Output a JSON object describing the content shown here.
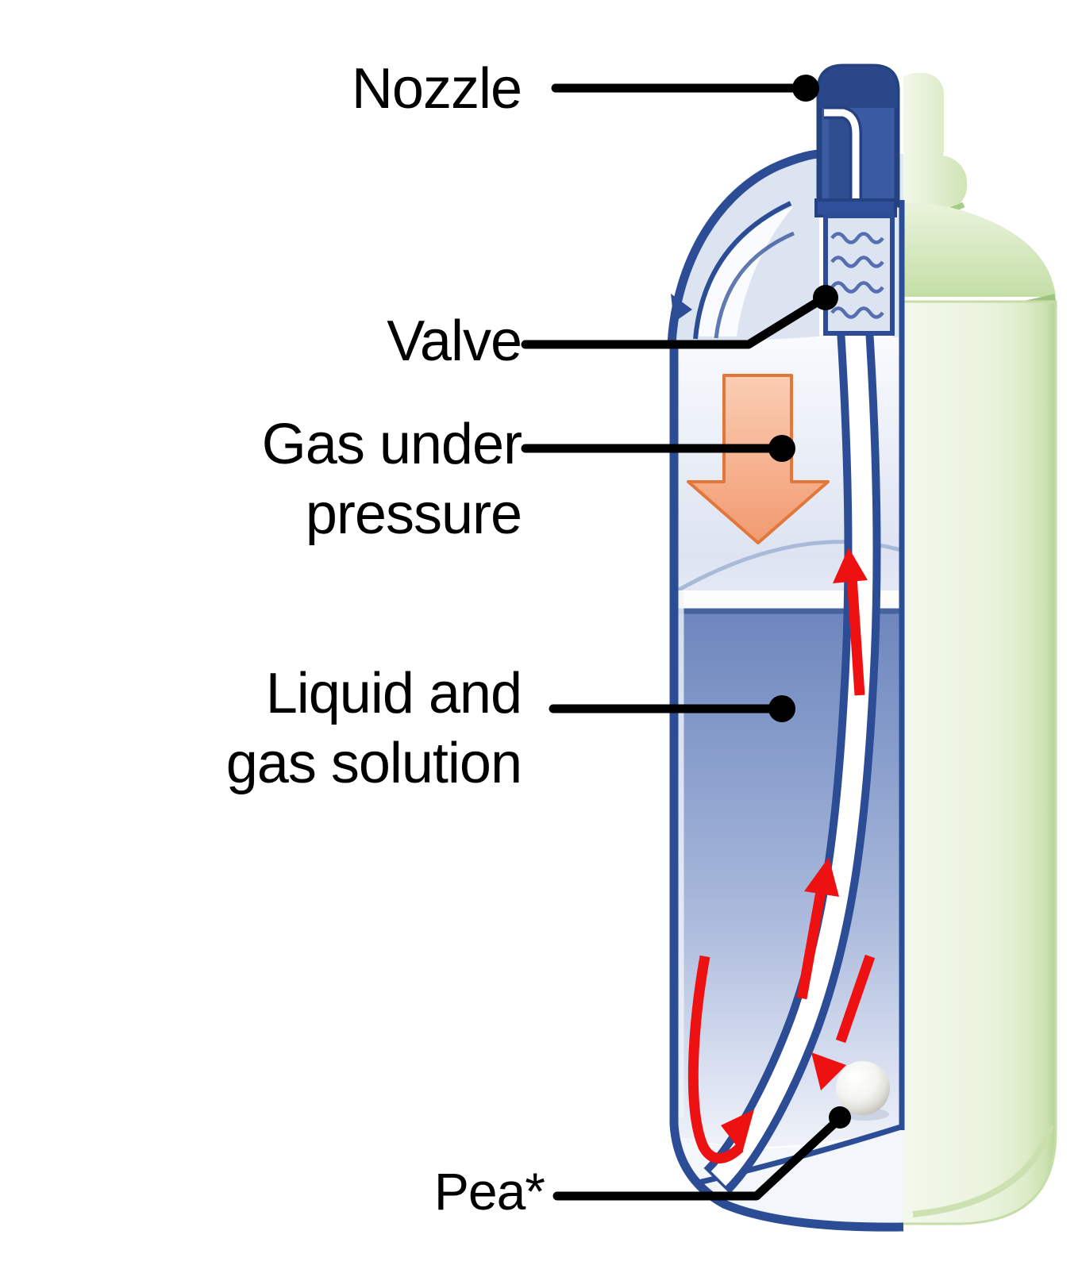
{
  "diagram": {
    "subject": "aerosol-spray-can-cutaway",
    "labels": {
      "nozzle": "Nozzle",
      "valve": "Valve",
      "gas_line1": "Gas under",
      "gas_line2": "pressure",
      "liquid_line1": "Liquid and",
      "liquid_line2": "gas solution",
      "pea": "Pea*"
    }
  },
  "colors": {
    "background": "#ffffff",
    "ink": "#000000",
    "outline": "#2c4d96",
    "nozzle": "#3a5aa4",
    "nozzle_dark": "#2a4889",
    "housing_fill": "#dde4f1",
    "gas_top": "#f8fafd",
    "gas_bottom": "#dde3f1",
    "liquid_top": "#6e86bd",
    "liquid_mid": "#aebcdd",
    "liquid_pale": "#eef1f8",
    "surface_line": "#47649f",
    "gas_arc": "#a9bad9",
    "red": "#ee1111",
    "orange_fill_top": "#fbceb4",
    "orange_fill_bottom": "#f19a70",
    "orange_stroke": "#e2773c",
    "green_dark": "#9cc47e",
    "green_body_light": "#f3f8ec",
    "green_body_edge": "#b4d494",
    "pea": "#ffffff"
  }
}
